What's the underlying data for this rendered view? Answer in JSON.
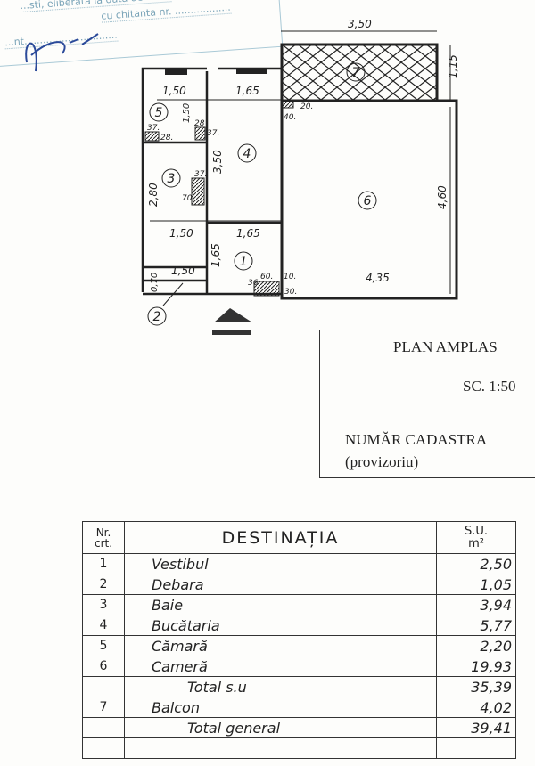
{
  "stamp": {
    "line1": "...sti, eliberata la data de ........",
    "line2": "cu chitanta nr. ..................",
    "line3": "...nt. ............................",
    "signature": "signature"
  },
  "plan": {
    "rooms": [
      "1",
      "2",
      "3",
      "4",
      "5",
      "6",
      "7"
    ],
    "dims": {
      "balcony_width": "3,50",
      "balcony_depth": "1,15",
      "room5_width": "1,50",
      "room5_height": "1,50",
      "kitchen_width_top": "1,65",
      "kitchen_height": "3,50",
      "room3_height": "2,80",
      "hall_left_width": "1,50",
      "hall_width": "1,65",
      "hall_height": "1,65",
      "room2_width": "1,50",
      "room2_height": "0,70",
      "room6_width": "4,35",
      "room6_height": "4,60"
    },
    "wall_notes": [
      "20.",
      "40.",
      "37.",
      "28.",
      "28",
      "37.",
      "37.",
      "70.",
      "60.",
      "10.",
      "36",
      "30."
    ]
  },
  "title_box": {
    "title": "PLAN AMPLAS",
    "scale": "SC. 1:50",
    "cadastral": "NUMĂR CADASTRA",
    "provisional": "(provizoriu)"
  },
  "table": {
    "headers": {
      "nr": "Nr. crt.",
      "dest": "DESTINAȚIA",
      "su": "S.U.",
      "unit": "m²"
    },
    "rows": [
      {
        "nr": "1",
        "dest": "Vestibul",
        "su": "2,50"
      },
      {
        "nr": "2",
        "dest": "Debara",
        "su": "1,05"
      },
      {
        "nr": "3",
        "dest": "Baie",
        "su": "3,94"
      },
      {
        "nr": "4",
        "dest": "Bucătaria",
        "su": "5,77"
      },
      {
        "nr": "5",
        "dest": "Cămară",
        "su": "2,20"
      },
      {
        "nr": "6",
        "dest": "Cameră",
        "su": "19,93"
      },
      {
        "nr": "",
        "dest": "Total s.u",
        "su": "35,39"
      },
      {
        "nr": "7",
        "dest": "Balcon",
        "su": "4,02"
      },
      {
        "nr": "",
        "dest": "Total general",
        "su": "39,41"
      },
      {
        "nr": "",
        "dest": "",
        "su": ""
      }
    ]
  }
}
